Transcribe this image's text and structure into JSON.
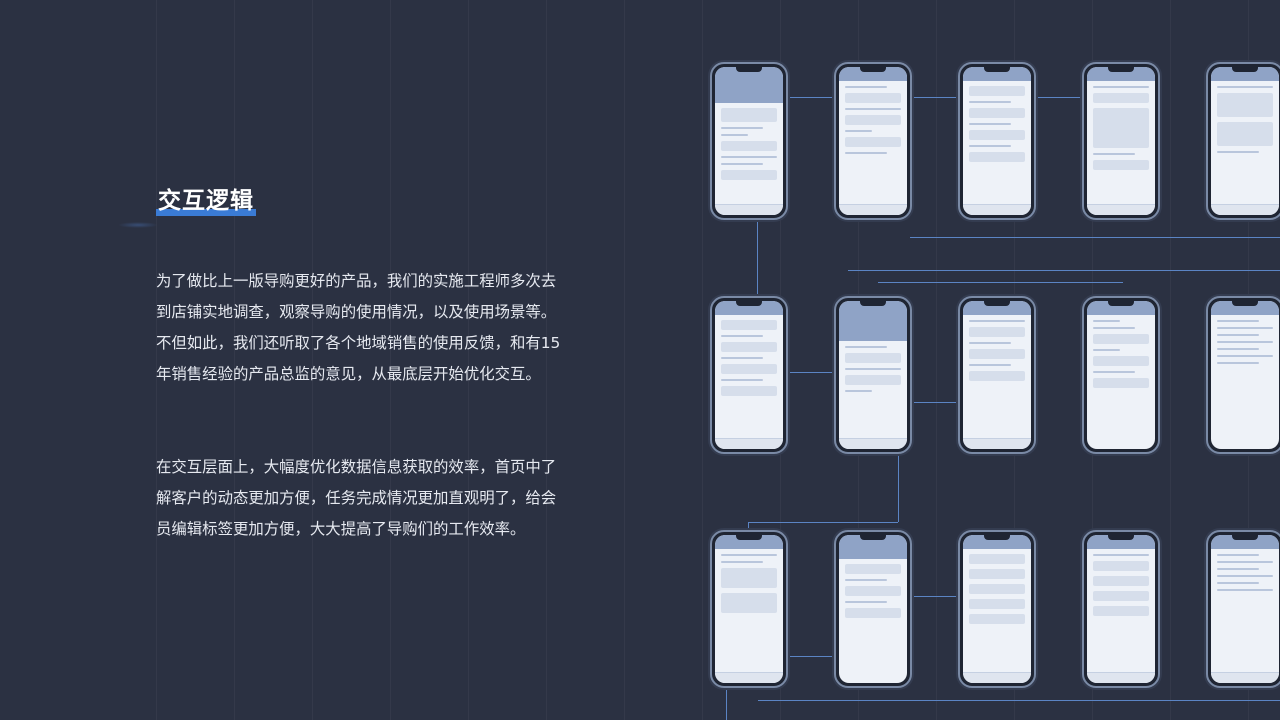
{
  "heading": "交互逻辑",
  "paragraphs": [
    "为了做比上一版导购更好的产品，我们的实施工程师多次去到店铺实地调查，观察导购的使用情况，以及使用场景等。不但如此，我们还听取了各个地域销售的使用反馈，和有15年销售经验的产品总监的意见，从最底层开始优化交互。",
    "在交互层面上，大幅度优化数据信息获取的效率，首页中了解客户的动态更加方便，任务完成情况更加直观明了，给会员编辑标签更加方便，大大提高了导购们的工作效率。"
  ],
  "colors": {
    "background": "#2b3142",
    "accent": "#3a7bd5",
    "text": "#e6e9f0",
    "phone_frame": "#7a8aa6",
    "connector": "#5b84c4"
  }
}
